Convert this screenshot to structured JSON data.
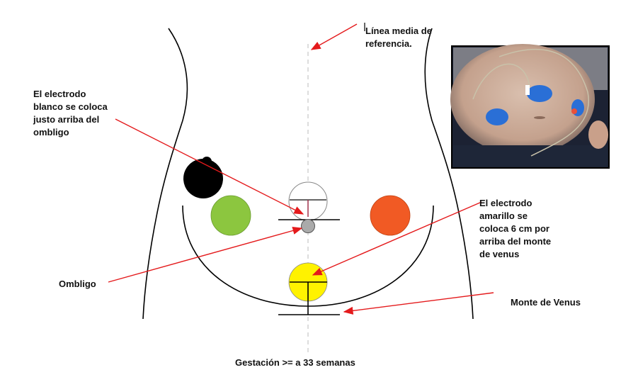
{
  "labels": {
    "midline": "Línea media de\nreferencia.",
    "white_electrode": "El electrodo\nblanco se coloca\njusto arriba del\nombligo",
    "navel": "Ombligo",
    "yellow_electrode": "El electrodo\namarillo se\ncoloca 6 cm por\narriba del monte\nde venus",
    "mons": "Monte de Venus",
    "gestation": "Gestación >= a 33 semanas"
  },
  "colors": {
    "arrow": "#e41a1c",
    "black_electrode": "#000000",
    "green_electrode": "#8cc63f",
    "white_electrode": "#ffffff",
    "orange_electrode": "#f15a24",
    "yellow_electrode": "#fff200",
    "navel": "#aaaaaa"
  }
}
